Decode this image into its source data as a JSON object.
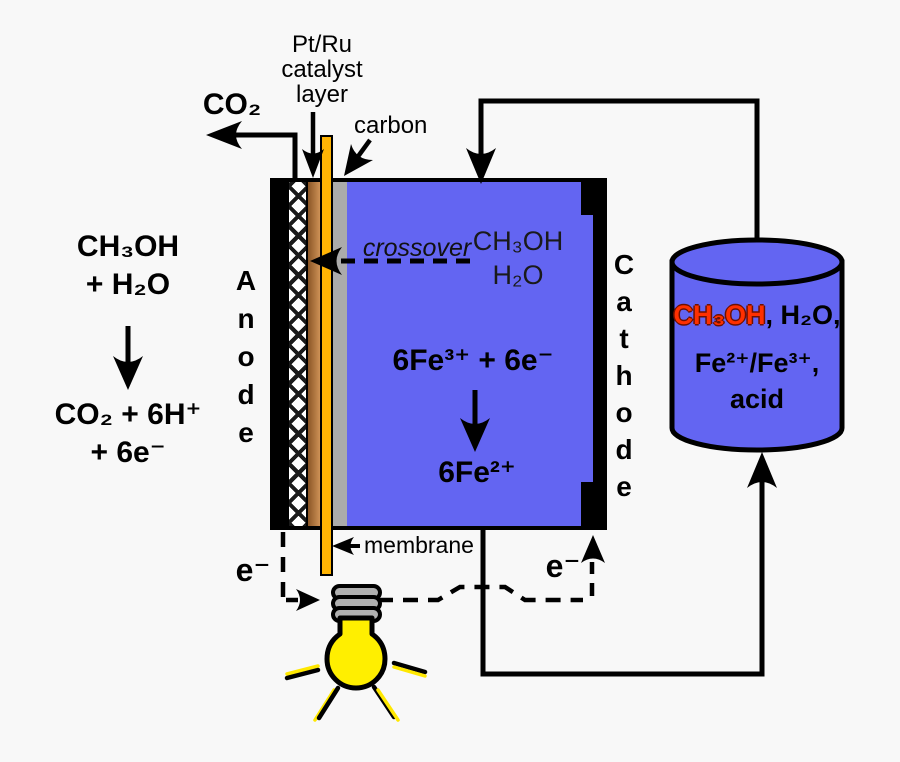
{
  "colors": {
    "solution_blue": "#6365f2",
    "membrane_gold": "#ffb404",
    "carbon_gray": "#ababab",
    "catalyst_brown": "#b07a3c",
    "bulb_yellow": "#ffef00",
    "methanol_red": "#ff3000"
  },
  "top_labels": {
    "co2": "CO₂",
    "catalyst": "Pt/Ru\ncatalyst\nlayer",
    "carbon": "carbon"
  },
  "anode_side": {
    "label": "A\nn\no\nd\ne",
    "reaction_reactants": "CH₃OH\n+ H₂O",
    "reaction_products": "CO₂ + 6H⁺\n+ 6e⁻"
  },
  "cathode_side": {
    "label": "C\na\nt\nh\no\nd\ne"
  },
  "cell": {
    "crossover": "crossover",
    "feed": "CH₃OH\nH₂O",
    "reduction": "6Fe³⁺ + 6e⁻",
    "reduced": "6Fe²⁺",
    "membrane": "membrane"
  },
  "circuit": {
    "electron_left": "e⁻",
    "electron_right": "e⁻"
  },
  "reservoir": {
    "methanol": "CH₃OH",
    "line1_rest": ", H₂O,",
    "line2": "Fe²⁺/Fe³⁺,",
    "line3": "acid"
  }
}
